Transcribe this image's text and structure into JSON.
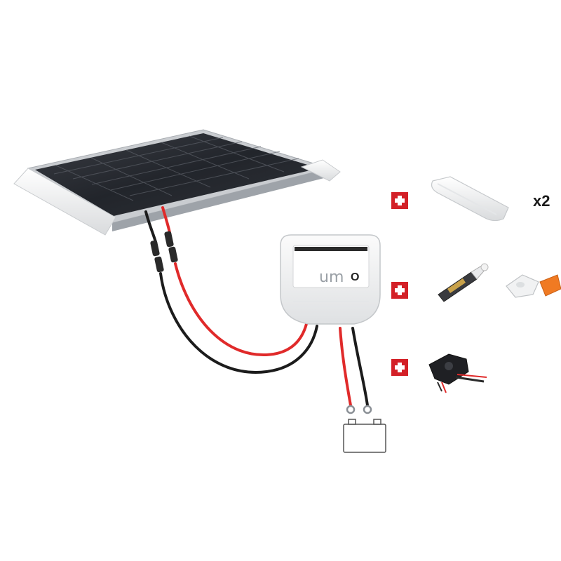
{
  "accessories": {
    "quantity_label": "x2",
    "plus_symbol": "+"
  },
  "controller": {
    "logo": "um",
    "indicator": "O"
  },
  "colors": {
    "plus_badge": "#d32027",
    "cable_red": "#e02a2a",
    "cable_black": "#1c1c1c",
    "panel_cells": "#2b2d33",
    "panel_frame": "#f1f2f3"
  },
  "icons": [
    "plus-badge-icon",
    "solar-panel",
    "charge-controller",
    "battery-icon",
    "spoiler-bracket",
    "cable-gland",
    "roof-entry-box"
  ]
}
